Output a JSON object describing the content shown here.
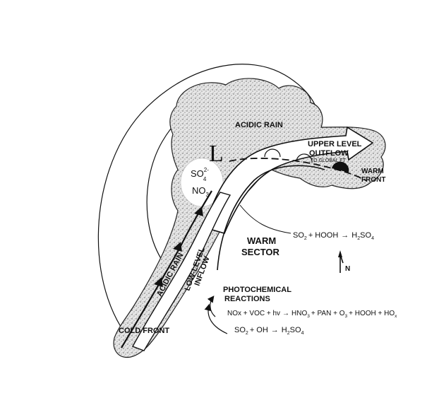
{
  "labels": {
    "acidic_rain_top": "ACIDIC RAIN",
    "upper_level_line1": "UPPER LEVEL",
    "upper_level_line2": "OUTFLOW",
    "to_global_ft": "TO GLOBAL FT",
    "warm_front_line1": "WARM",
    "warm_front_line2": "FRONT",
    "low_pressure": "L",
    "so4": "SO",
    "so4_sup": "2-",
    "so4_sub": "4",
    "no3": "NO",
    "no3_sub": "3",
    "acidic_rain_diag": "ACIDIC RAIN",
    "low_level_inflow_line1": "LOW-LEVEL",
    "low_level_inflow_line2": "INFLOW",
    "warm_sector_line1": "WARM",
    "warm_sector_line2": "SECTOR",
    "photochemical_line1": "PHOTOCHEMICAL",
    "photochemical_line2": "REACTIONS",
    "cold_front": "COLD FRONT",
    "north": "N"
  },
  "reactions": {
    "r1": {
      "lhs_a": "SO",
      "lhs_a_sub": "2",
      "plus": "+ HOOH",
      "rhs": "H",
      "rhs_sub1": "2",
      "rhs_mid": "SO",
      "rhs_sub2": "4"
    },
    "r2": {
      "lhs": "NOx + VOC + hv",
      "rhs_a": "HNO",
      "rhs_a_sub": "3",
      "rhs_b": "+ PAN + O",
      "rhs_b_sub": "3",
      "rhs_c": "+ HOOH + HO",
      "rhs_c_sub": "x"
    },
    "r3": {
      "lhs_a": "SO",
      "lhs_a_sub": "2",
      "plus": "+ OH",
      "rhs": "H",
      "rhs_sub1": "2",
      "rhs_mid": "SO",
      "rhs_sub2": "4"
    }
  }
}
